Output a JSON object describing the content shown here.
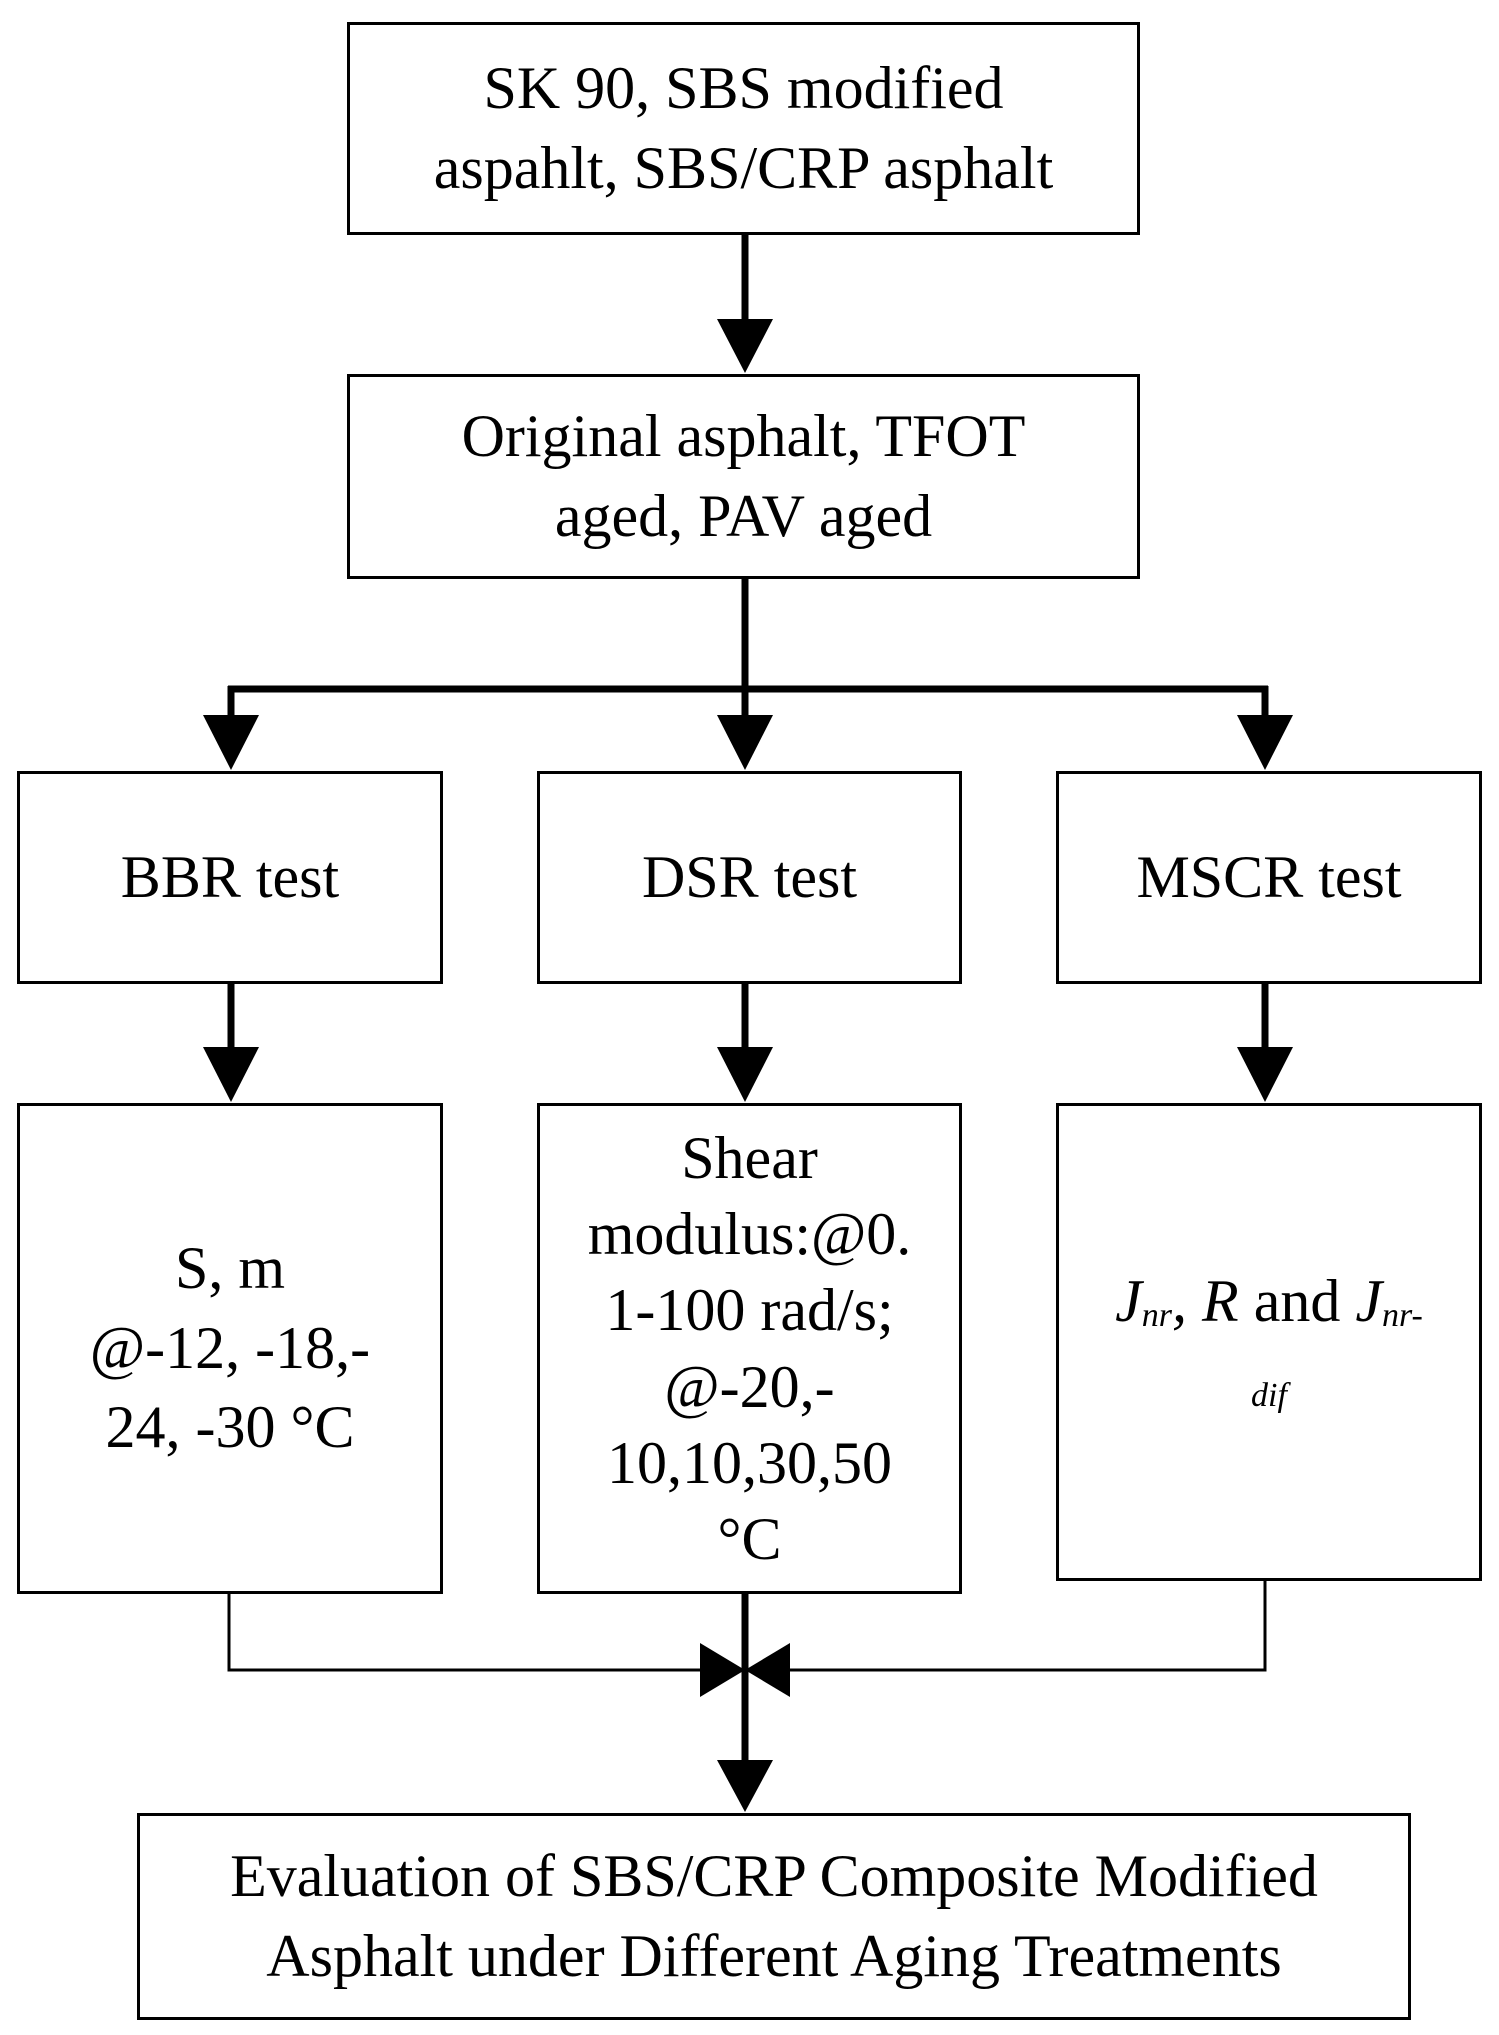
{
  "diagram": {
    "nodes": {
      "materials": {
        "lines": [
          "SK 90, SBS modified",
          "aspahlt, SBS/CRP asphalt"
        ]
      },
      "aging": {
        "lines": [
          "Original asphalt, TFOT",
          "aged, PAV aged"
        ]
      },
      "bbr": {
        "label": "BBR test"
      },
      "dsr": {
        "label": "DSR test"
      },
      "mscr": {
        "label": "MSCR test"
      },
      "bbr_result": {
        "lines": [
          "S, m",
          "@-12, -18,-",
          "24, -30 °C"
        ]
      },
      "dsr_result": {
        "lines": [
          "Shear",
          "modulus:@0.",
          "1-100 rad/s;",
          "@-20,-",
          "10,10,30,50",
          "°C"
        ]
      },
      "mscr_result": {
        "j1": "J",
        "j1_sub": "nr",
        "comma": ",",
        "r": "R",
        "and": "and",
        "j2": "J",
        "j2_sub": "nr-",
        "j2_sub_cont": "dif"
      },
      "evaluation": {
        "lines": [
          "Evaluation of SBS/CRP Composite Modified",
          "Asphalt under Different Aging Treatments"
        ]
      }
    }
  }
}
